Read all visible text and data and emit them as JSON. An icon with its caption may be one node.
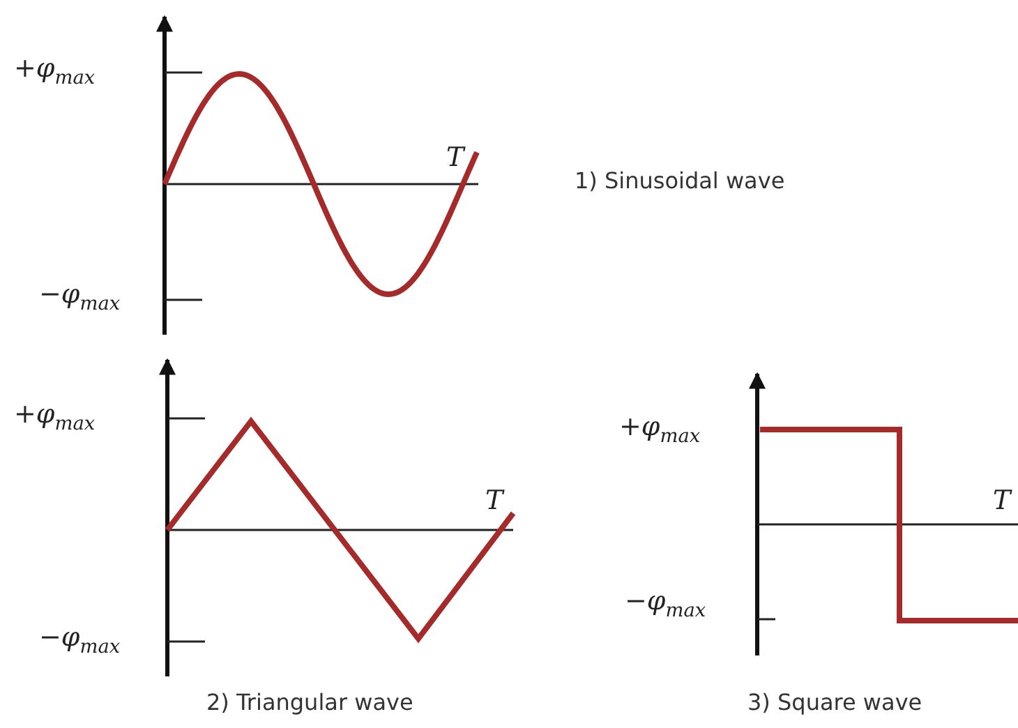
{
  "diagram": {
    "labels": [
      "+φ$_{max}$",
      "T",
      "1) Sinusoidal wave",
      "−φ$_{max}$",
      "+φ$_{max}$",
      "T",
      "−φ$_{max}$",
      "2) Triangular wave",
      "+φ$_{max}$",
      "T",
      "−φ$_{max}$",
      "3) Square wave"
    ]
  }
}
